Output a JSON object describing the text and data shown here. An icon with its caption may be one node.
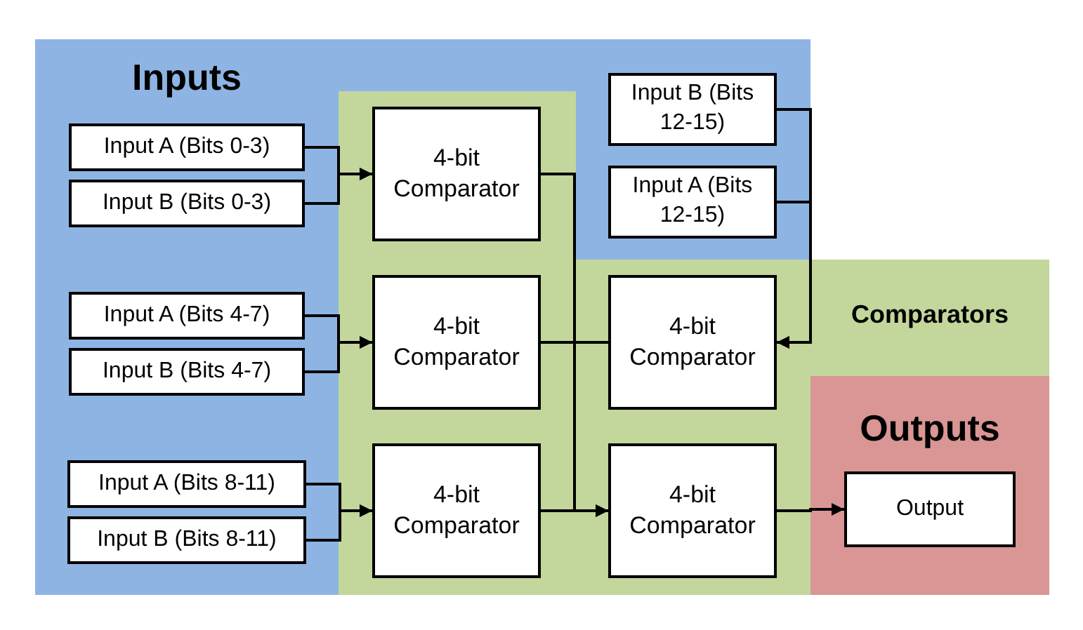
{
  "diagram": {
    "nodes": [
      {
        "text": [
          "Inputs"
        ]
      },
      {
        "text": [
          "Input A (Bits 0-3)"
        ],
        "in": 0
      },
      {
        "text": [
          "Input B (Bits 0-3)"
        ],
        "in": 0
      },
      {
        "text": [
          "Input A (Bits 4-7)"
        ],
        "in": 0
      },
      {
        "text": [
          "Input B (Bits 4-7)"
        ],
        "in": 0
      },
      {
        "text": [
          "Input A (Bits 8-11)"
        ],
        "in": 0
      },
      {
        "text": [
          "Input B (Bits 8-11)"
        ],
        "in": 0
      },
      {
        "text": [
          "Input B (Bits 12-15)"
        ],
        "in": 0
      },
      {
        "text": [
          "Input A (Bits 12-15)"
        ],
        "in": 0
      },
      {
        "text": [
          "Comparators"
        ]
      },
      {
        "text": [
          "4-bit Comparator"
        ],
        "in": 9
      },
      {
        "text": [
          "4-bit Comparator"
        ],
        "in": 9
      },
      {
        "text": [
          "4-bit Comparator"
        ],
        "in": 9
      },
      {
        "text": [
          "4-bit Comparator"
        ],
        "in": 9
      },
      {
        "text": [
          "4-bit Comparator"
        ],
        "in": 9
      },
      {
        "text": [
          "Outputs"
        ]
      },
      {
        "text": [
          "Output"
        ],
        "in": 15
      }
    ],
    "edges": [
      {
        "from": 1,
        "to": 10,
        "arrow": "to"
      },
      {
        "from": 2,
        "to": 10,
        "arrow": "to"
      },
      {
        "from": 3,
        "to": 11,
        "arrow": "to"
      },
      {
        "from": 4,
        "to": 11,
        "arrow": "to"
      },
      {
        "from": 5,
        "to": 12,
        "arrow": "to"
      },
      {
        "from": 6,
        "to": 12,
        "arrow": "to"
      },
      {
        "from": 7,
        "to": 13,
        "arrow": "to"
      },
      {
        "from": 8,
        "to": 13,
        "arrow": "to"
      },
      {
        "from": 10,
        "to": 14,
        "arrow": "to"
      },
      {
        "from": 12,
        "to": 14,
        "arrow": "to"
      },
      {
        "from": 11,
        "to": 13,
        "arrow": "none"
      },
      {
        "from": 14,
        "to": 16,
        "arrow": "to"
      }
    ]
  }
}
